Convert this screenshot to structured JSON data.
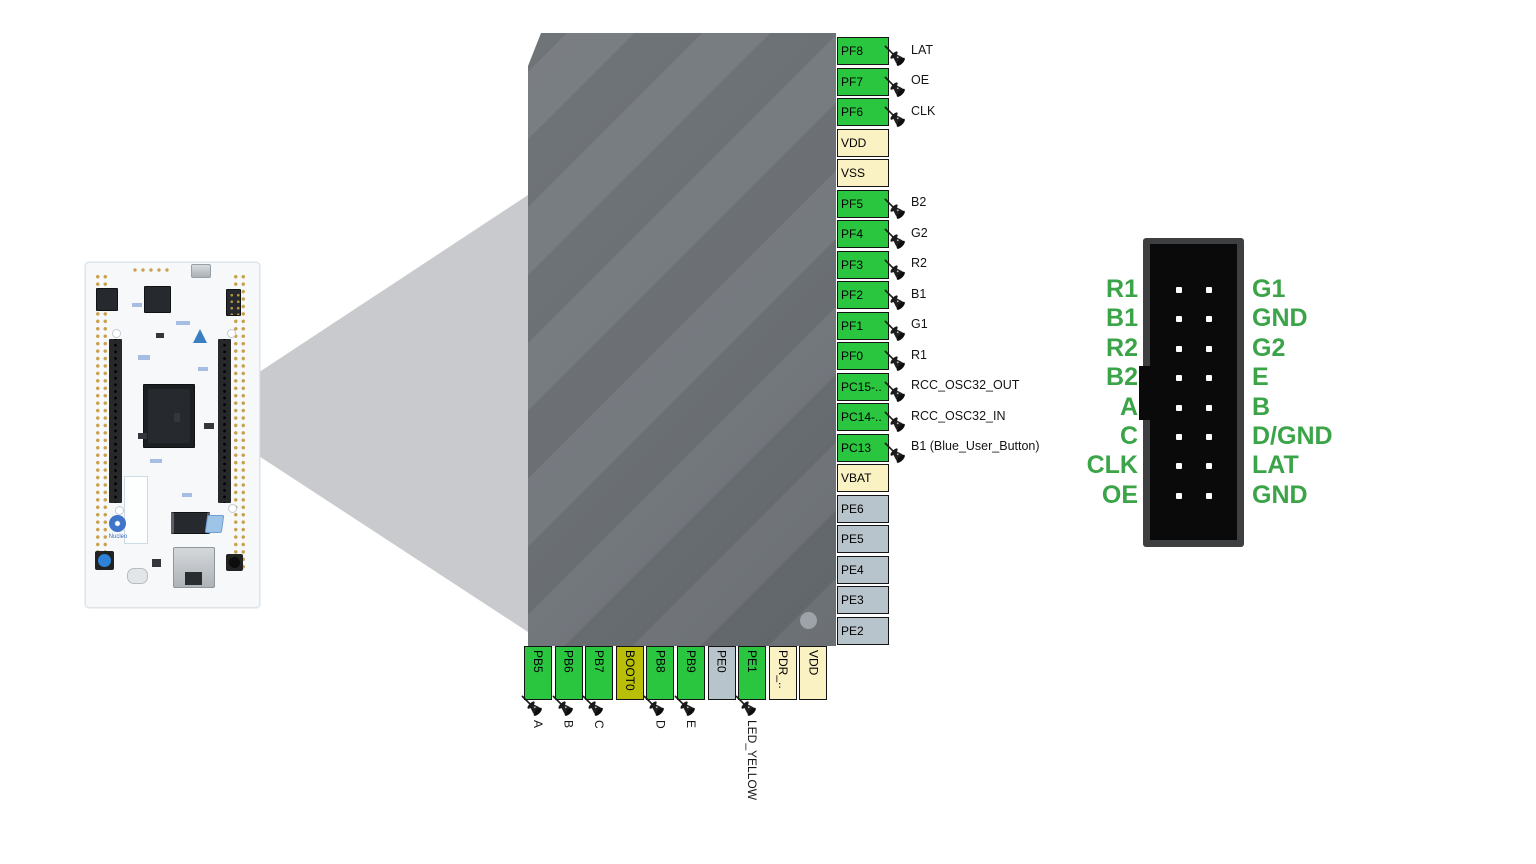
{
  "diagram": {
    "kind": "MCU pinout with HUB75 IDC connector"
  },
  "board_photo": {
    "logo_text": "Nucleo"
  },
  "pins": {
    "right": [
      {
        "id": "PF8",
        "type": "signal",
        "signal": "LAT"
      },
      {
        "id": "PF7",
        "type": "signal",
        "signal": "OE"
      },
      {
        "id": "PF6",
        "type": "signal",
        "signal": "CLK"
      },
      {
        "id": "VDD",
        "type": "power"
      },
      {
        "id": "VSS",
        "type": "power"
      },
      {
        "id": "PF5",
        "type": "signal",
        "signal": "B2"
      },
      {
        "id": "PF4",
        "type": "signal",
        "signal": "G2"
      },
      {
        "id": "PF3",
        "type": "signal",
        "signal": "R2"
      },
      {
        "id": "PF2",
        "type": "signal",
        "signal": "B1"
      },
      {
        "id": "PF1",
        "type": "signal",
        "signal": "G1"
      },
      {
        "id": "PF0",
        "type": "signal",
        "signal": "R1"
      },
      {
        "id": "PC15-..",
        "type": "signal",
        "signal": "RCC_OSC32_OUT"
      },
      {
        "id": "PC14-..",
        "type": "signal",
        "signal": "RCC_OSC32_IN"
      },
      {
        "id": "PC13",
        "type": "signal",
        "signal": "B1 (Blue_User_Button)"
      },
      {
        "id": "VBAT",
        "type": "power"
      },
      {
        "id": "PE6",
        "type": "free"
      },
      {
        "id": "PE5",
        "type": "free"
      },
      {
        "id": "PE4",
        "type": "free"
      },
      {
        "id": "PE3",
        "type": "free"
      },
      {
        "id": "PE2",
        "type": "free"
      }
    ],
    "bottom": [
      {
        "id": "PB5",
        "type": "signal",
        "signal": "A"
      },
      {
        "id": "PB6",
        "type": "signal",
        "signal": "B"
      },
      {
        "id": "PB7",
        "type": "signal",
        "signal": "C"
      },
      {
        "id": "BOOT0",
        "type": "boot"
      },
      {
        "id": "PB8",
        "type": "signal",
        "signal": "D"
      },
      {
        "id": "PB9",
        "type": "signal",
        "signal": "E"
      },
      {
        "id": "PE0",
        "type": "free"
      },
      {
        "id": "PE1",
        "type": "signal",
        "signal": "LED_YELLOW"
      },
      {
        "id": "PDR_..",
        "type": "power"
      },
      {
        "id": "VDD",
        "type": "power"
      }
    ]
  },
  "connector": {
    "rows": 8,
    "cols": 2,
    "left_labels": [
      "R1",
      "B1",
      "R2",
      "B2",
      "A",
      "C",
      "CLK",
      "OE"
    ],
    "right_labels": [
      "G1",
      "GND",
      "G2",
      "E",
      "B",
      "D/GND",
      "LAT",
      "GND"
    ]
  },
  "colors": {
    "pin_signal_green": "#2bc63f",
    "pin_power_cream": "#fbf2c4",
    "pin_free_gray": "#b8c4cb",
    "pin_boot_olive": "#b9be07",
    "mcu_package_gray": "#6e7378",
    "zoom_cone_gray": "#c9cacd",
    "connector_label_green": "#3ba449",
    "connector_shell": "#3d3f40",
    "connector_body": "#0a0a0a"
  }
}
